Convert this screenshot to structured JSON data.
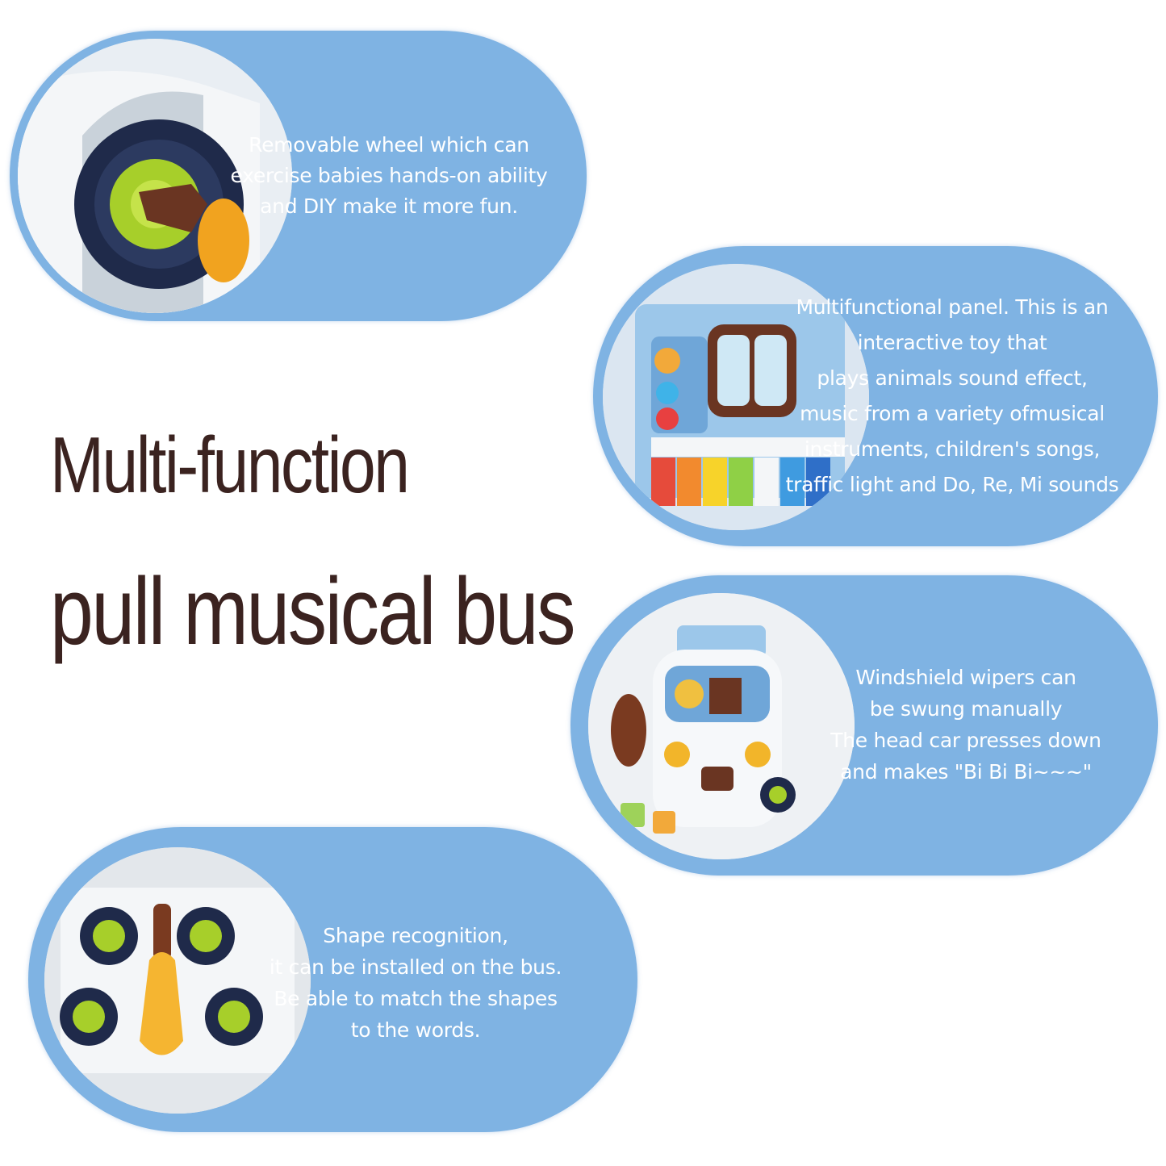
{
  "headline": {
    "line1": "Multi-function",
    "line2": "pull musical bus"
  },
  "features": [
    {
      "photo": "wheel-photo",
      "lines": [
        "Removable wheel which can",
        "exercise babies hands-on ability",
        "and DIY make it more fun."
      ]
    },
    {
      "photo": "panel-photo",
      "lines": [
        "Multifunctional panel. This is an",
        "interactive toy that",
        "plays animals sound effect,",
        "music from a variety ofmusical",
        "instruments, children's songs,",
        "traffic light  and Do, Re, Mi sounds"
      ]
    },
    {
      "photo": "bus-photo",
      "lines": [
        "Windshield wipers can",
        "be swung manually",
        "The head car presses down",
        "and makes \"Bi Bi Bi~~~\""
      ]
    },
    {
      "photo": "shapes-photo",
      "lines": [
        "Shape recognition,",
        "it can be installed on the bus.",
        "Be able to match the shapes",
        "to the words."
      ]
    }
  ],
  "colors": {
    "pill": "#7fb3e3",
    "headline": "#3b2320",
    "text": "#ffffff"
  }
}
